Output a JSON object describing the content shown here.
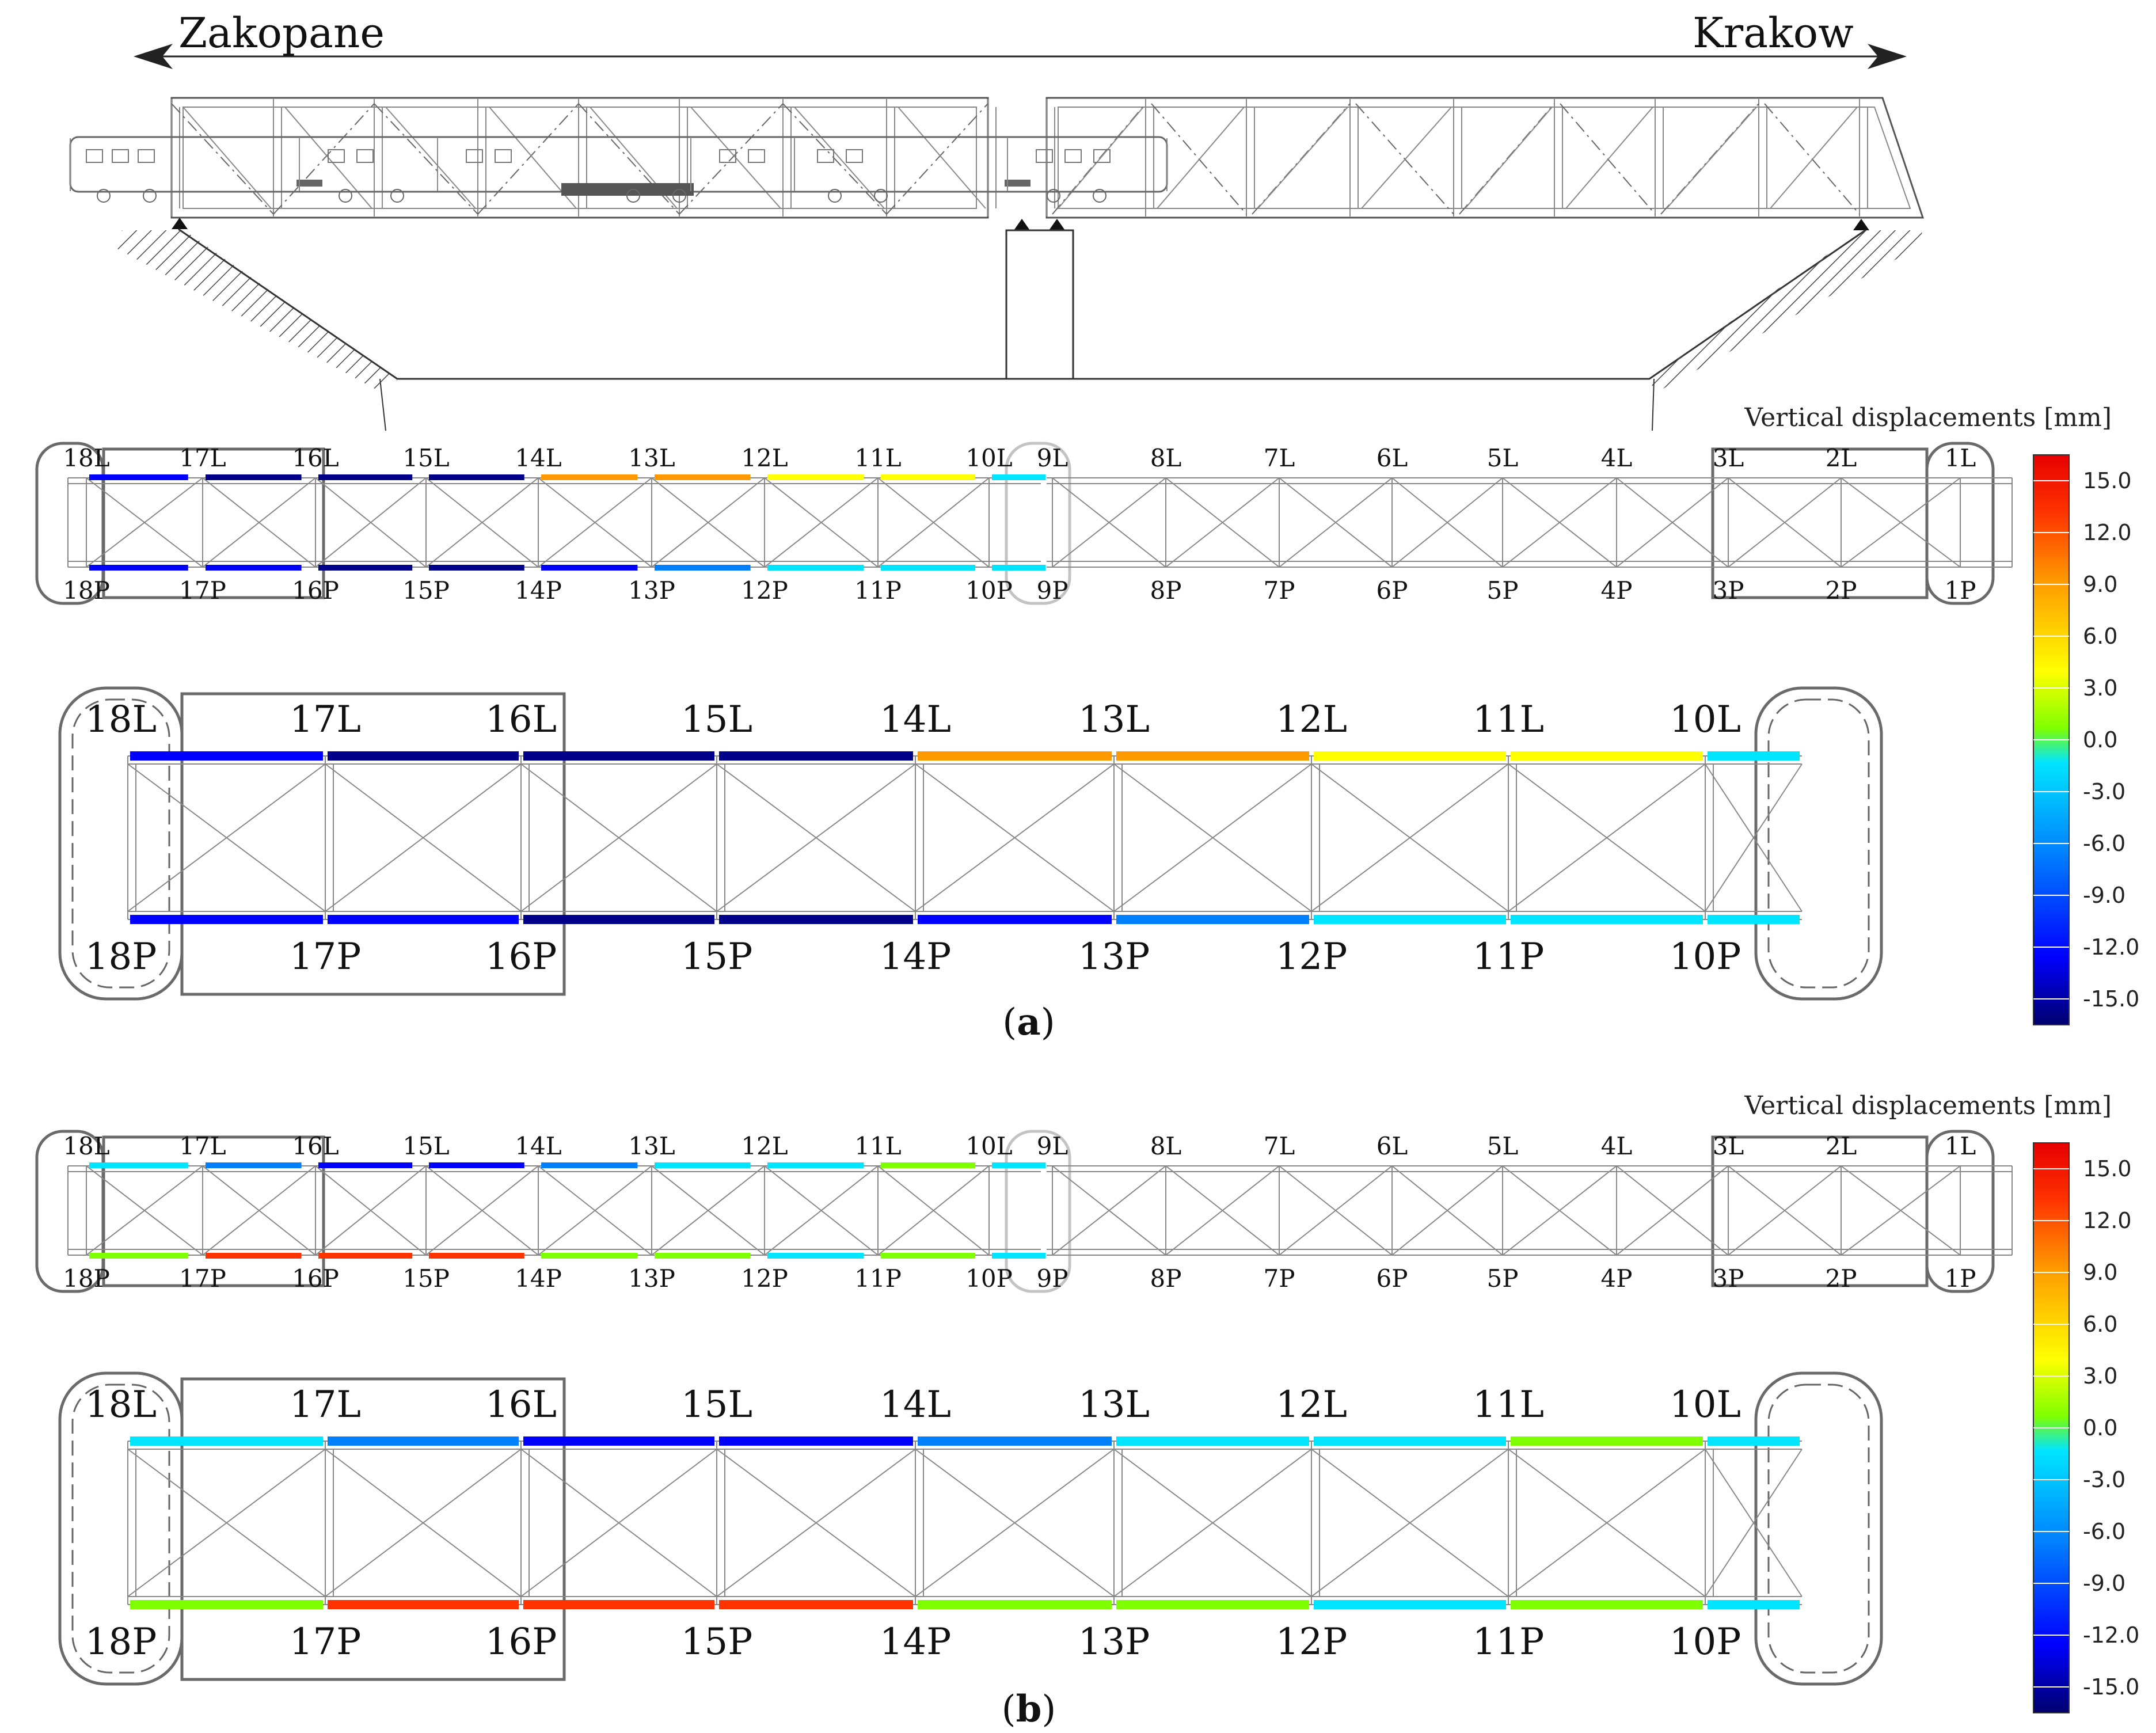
{
  "elevation": {
    "left_direction": "Zakopane",
    "right_direction": "Krakow"
  },
  "colorbar": {
    "title": "Vertical displacements [mm]",
    "ticks": [
      "15.0",
      "12.0",
      "9.0",
      "6.0",
      "3.0",
      "0.0",
      "-3.0",
      "-6.0",
      "-9.0",
      "-12.0",
      "-15.0"
    ],
    "range": [
      -16.5,
      16.5
    ],
    "colors": [
      "#00008b",
      "#0000ff",
      "#0080ff",
      "#00e5ff",
      "#7fff00",
      "#ffff00",
      "#ff9900",
      "#ff3300",
      "#e60000"
    ]
  },
  "overview_top_labels": [
    "18L",
    "17L",
    "16L",
    "15L",
    "14L",
    "13L",
    "12L",
    "11L",
    "10L",
    "9L",
    "8L",
    "7L",
    "6L",
    "5L",
    "4L",
    "3L",
    "2L",
    "1L"
  ],
  "overview_bottom_labels": [
    "18P",
    "17P",
    "16P",
    "15P",
    "14P",
    "13P",
    "12P",
    "11P",
    "10P",
    "9P",
    "8P",
    "7P",
    "6P",
    "5P",
    "4P",
    "3P",
    "2P",
    "1P"
  ],
  "detail_top_labels": [
    "18L",
    "17L",
    "16L",
    "15L",
    "14L",
    "13L",
    "12L",
    "11L",
    "10L"
  ],
  "detail_bottom_labels": [
    "18P",
    "17P",
    "16P",
    "15P",
    "14P",
    "13P",
    "12P",
    "11P",
    "10P"
  ],
  "panel_a": {
    "label": "a",
    "top_chord_values": [
      -12,
      -15,
      -15,
      -15,
      8,
      10,
      6,
      4,
      -4
    ],
    "bottom_chord_values": [
      -12,
      -14,
      -15,
      -15,
      -12,
      -8,
      -6,
      -4,
      -3
    ]
  },
  "panel_b": {
    "label": "b",
    "top_chord_values": [
      -6,
      -10,
      -12,
      -13,
      -9,
      -4,
      -3,
      -2,
      -3
    ],
    "bottom_chord_values": [
      2,
      13,
      14,
      12,
      1,
      -2,
      -3,
      -2,
      -3
    ]
  }
}
